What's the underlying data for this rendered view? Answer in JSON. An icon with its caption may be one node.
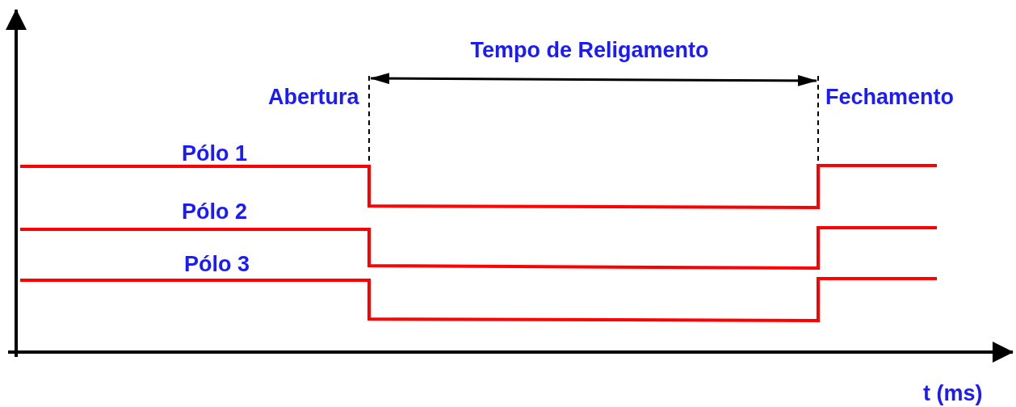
{
  "diagram": {
    "labels": [
      "Tempo de Religamento",
      "Abertura",
      "Fechamento",
      "Pólo 1",
      "Pólo 2",
      "Pólo 3",
      "t (ms)"
    ]
  }
}
